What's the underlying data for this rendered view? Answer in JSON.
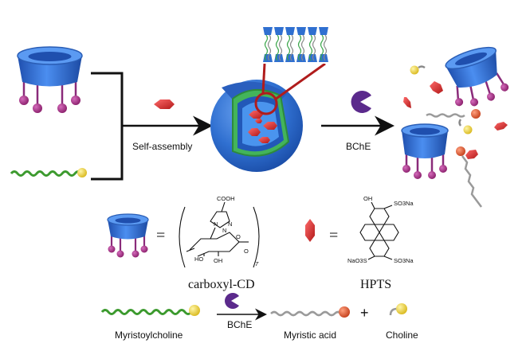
{
  "arrows": {
    "self_assembly": "Self-assembly",
    "bche_top": "BChE",
    "bche_bottom": "BChE"
  },
  "legend": {
    "equals_1": "=",
    "equals_2": "=",
    "cd_name": "carboxyl-CD",
    "hpts_name": "HPTS"
  },
  "cd_structure": {
    "cooh": "COOH",
    "n1": "N",
    "n2": "N",
    "n3": "N",
    "ho": "HO",
    "oh": "OH",
    "o_ring": "O",
    "o_link": "O",
    "subscript": "7"
  },
  "hpts_structure": {
    "oh": "OH",
    "so3na_top": "SO3Na",
    "so3na_bottom_right": "SO3Na",
    "naso3_bottom_left": "NaO3S"
  },
  "reaction": {
    "reactant": "Myristoylcholine",
    "product_1": "Myristic acid",
    "plus": "+",
    "product_2": "Choline"
  },
  "colors": {
    "cd_blue": "#3a78d8",
    "cd_rim": "#2a5db5",
    "stub_purple": "#a0307f",
    "chain_green": "#3c9a2e",
    "head_yellow": "#f0d84a",
    "hex_red": "#d92c2c",
    "enzyme_purple": "#5b2a8c",
    "chain_grey": "#9a9a9a",
    "head_orange": "#e4603a",
    "vesicle_blue": "#2f6fd0",
    "vesicle_green": "#3aa64a",
    "callout_red": "#b01c1c",
    "arrow_black": "#111111"
  }
}
